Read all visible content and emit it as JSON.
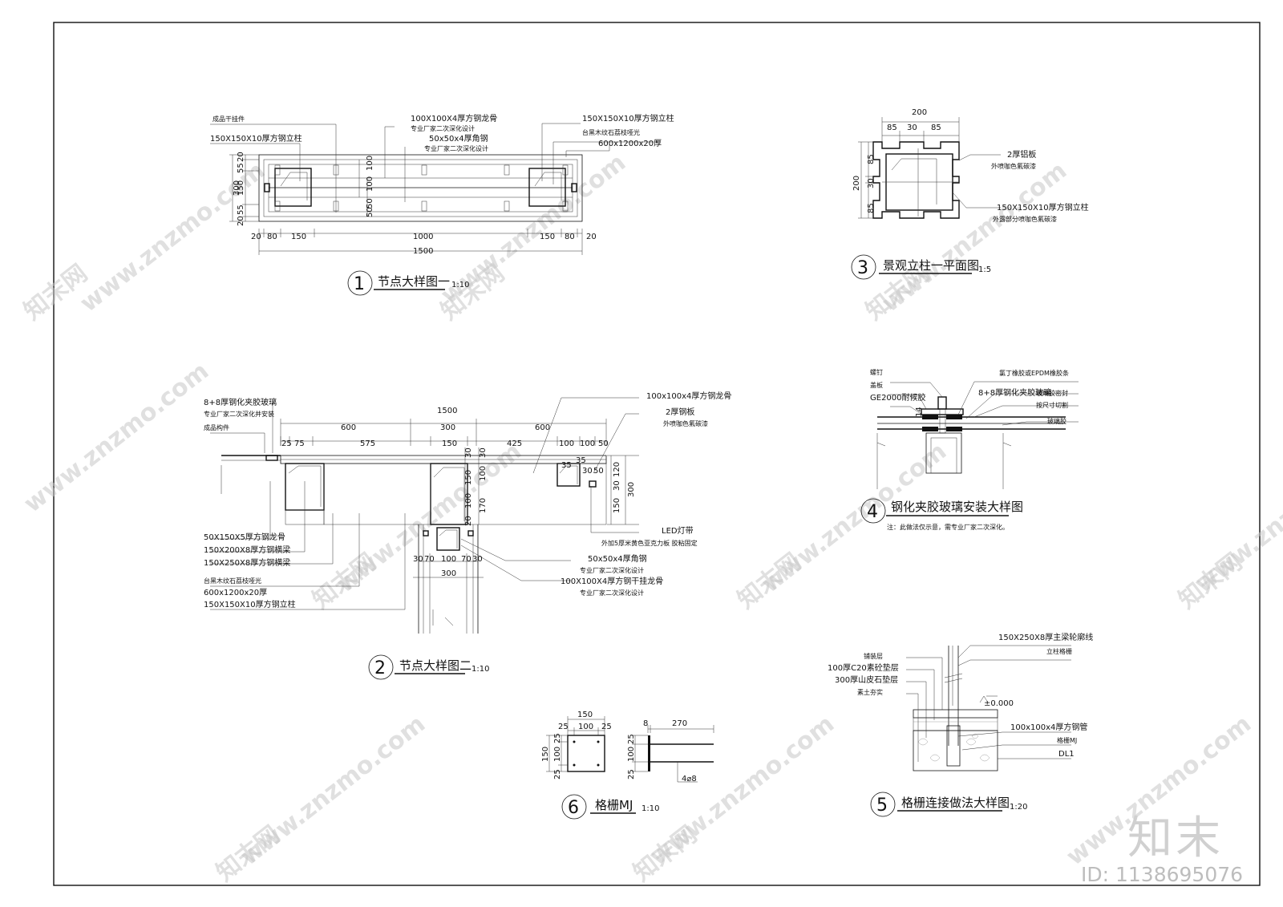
{
  "watermark": {
    "site_text": "www.znzmo.com",
    "brand_text": "知末网",
    "brand_logo": "知末",
    "id_label": "ID: 1138695076"
  },
  "detail1": {
    "number": "1",
    "title": "节点大样图一",
    "scale": "1:10",
    "labels": {
      "l1": "成品干挂件",
      "l2": "150X150X10厚方钢立柱",
      "l3": "100X100X4厚方钢龙骨",
      "l4": "专业厂家二次深化设计",
      "l5": "50x50x4厚角钢",
      "l6": "专业厂家二次深化设计",
      "l7": "150X150X10厚方钢立柱",
      "l8": "台黑木纹石荔枝哑光",
      "l9": "600x1200x20厚"
    },
    "dims": {
      "h20a": "20",
      "h55a": "55",
      "h150": "150",
      "h55b": "55",
      "h20b": "20",
      "h300": "300",
      "i100a": "100",
      "i100b": "100",
      "i50a": "50",
      "i50b": "50",
      "b20a": "20",
      "b80a": "80",
      "b150a": "150",
      "b1000": "1000",
      "b150b": "150",
      "b80b": "80",
      "b20b": "20",
      "b1500": "1500"
    }
  },
  "detail2": {
    "number": "2",
    "title": "节点大样图二",
    "scale": "1:10",
    "labels": {
      "l1": "8+8厚钢化夹胶玻璃",
      "l2": "专业厂家二次深化并安装",
      "l3": "成品构件",
      "l4": "100x100x4厚方钢龙骨",
      "l5": "2厚钢板",
      "l6": "外喷咖色氟碳漆",
      "l7": "LED灯带",
      "l8": "外加5厚米黄色亚克力板  胶粘固定",
      "l9": "50X150X5厚方钢龙骨",
      "l10": "150X200X8厚方钢横梁",
      "l11": "150X250X8厚方钢横梁",
      "l12": "台黑木纹石荔枝哑光",
      "l13": "600x1200x20厚",
      "l14": "150X150X10厚方钢立柱",
      "l15": "50x50x4厚角钢",
      "l16": "专业厂家二次深化设计",
      "l17": "100X100X4厚方钢干挂龙骨",
      "l18": "专业厂家二次深化设计"
    },
    "dims": {
      "t1500": "1500",
      "t600a": "600",
      "t300": "300",
      "t600b": "600",
      "s25": "25",
      "s75": "75",
      "s575": "575",
      "s150": "150",
      "s425": "425",
      "s100a": "100",
      "s100b": "100",
      "s50": "50",
      "v30a": "30",
      "v30b": "30",
      "v100a": "100",
      "v150": "150",
      "v100b": "100",
      "v170": "170",
      "v20": "20",
      "r35a": "35",
      "r35b": "35",
      "r30": "30",
      "r50": "50",
      "r120": "120",
      "r30b": "30",
      "r150": "150",
      "r300": "300",
      "b30": "30",
      "b70a": "70",
      "b100": "100",
      "b70b": "70",
      "b30b": "30",
      "b300": "300"
    }
  },
  "detail3": {
    "number": "3",
    "title": "景观立柱一平面图",
    "scale": "1:5",
    "labels": {
      "l1": "2厚铝板",
      "l2": "外喷咖色氟碳漆",
      "l3": "150X150X10厚方钢立柱",
      "l4": "外露部分喷咖色氟碳漆"
    },
    "dims": {
      "w200": "200",
      "w85a": "85",
      "w30": "30",
      "w85b": "85",
      "h200": "200",
      "h85a": "85",
      "h30": "30",
      "h85b": "85"
    }
  },
  "detail4": {
    "number": "4",
    "title": "钢化夹胶玻璃安装大样图",
    "note": "注：此做法仅示意，需专业厂家二次深化。",
    "labels": {
      "l1": "螺钉",
      "l2": "盖板",
      "l3": "GE2000耐候胶",
      "l4": "氯丁橡胶或EPDM橡胶条",
      "l5": "8+8厚钢化夹胶玻璃",
      "l6": "玻璃胶密封",
      "l7": "按尺寸切割",
      "l8": "玻璃胶"
    },
    "dims": {
      "d14": "14"
    }
  },
  "detail5": {
    "number": "5",
    "title": "格栅连接做法大样图",
    "scale": "1:20",
    "labels": {
      "l1": "150X250X8厚主梁轮廓线",
      "l2": "立柱格栅",
      "l3": "铺装层",
      "l4": "100厚C20素砼垫层",
      "l5": "300厚山皮石垫层",
      "l6": "素土夯实",
      "l7": "±0.000",
      "l8": "100x100x4厚方钢管",
      "l9": "格栅MJ",
      "l10": "DL1"
    }
  },
  "detail6": {
    "number": "6",
    "title": "格栅MJ",
    "scale": "1:10",
    "labels": {
      "l1": "4⌀8"
    },
    "dims": {
      "w150": "150",
      "w25a": "25",
      "w100": "100",
      "w25b": "25",
      "h150": "150",
      "h25a": "25",
      "h100": "100",
      "h25b": "25",
      "s8": "8",
      "s270": "270",
      "s25": "25",
      "s100": "100",
      "s25b": "25"
    }
  }
}
